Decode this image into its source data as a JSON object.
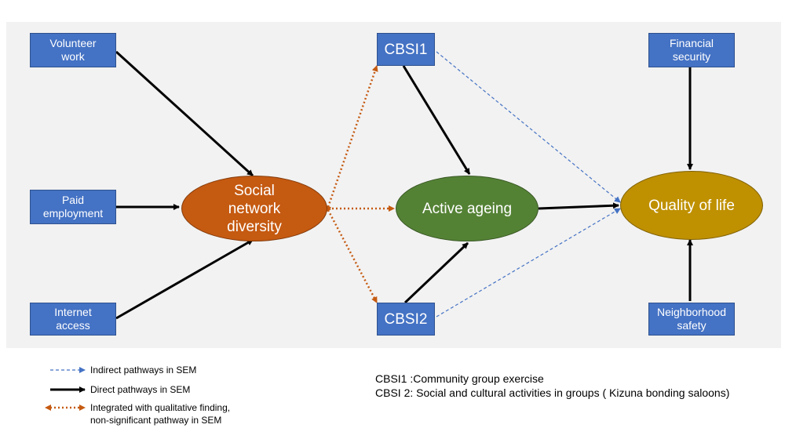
{
  "nodes": {
    "volunteer_work": "Volunteer\nwork",
    "paid_employment": "Paid\nemployment",
    "internet_access": "Internet\naccess",
    "social_network_diversity": "Social\nnetwork\ndiversity",
    "cbsi1": "CBSI1",
    "cbsi2": "CBSI2",
    "active_ageing": "Active ageing",
    "financial_security": "Financial\nsecurity",
    "neighborhood_safety": "Neighborhood\nsafety",
    "quality_of_life": "Quality of life"
  },
  "legend": {
    "indirect": "Indirect pathways in SEM",
    "direct": "Direct pathways in SEM",
    "integrated": "Integrated with qualitative finding,\nnon-significant pathway in SEM"
  },
  "notes": {
    "cbsi1": "CBSI1 :Community group exercise",
    "cbsi2": "CBSI 2: Social and cultural activities in groups ( Kizuna bonding saloons)"
  },
  "colors": {
    "box_fill": "#4472c4",
    "social_network_fill": "#c55a11",
    "active_ageing_fill": "#548235",
    "quality_of_life_fill": "#bf9000",
    "direct_arrow": "#000000",
    "indirect_arrow": "#4472c4",
    "integrated_arrow": "#c55a11"
  }
}
